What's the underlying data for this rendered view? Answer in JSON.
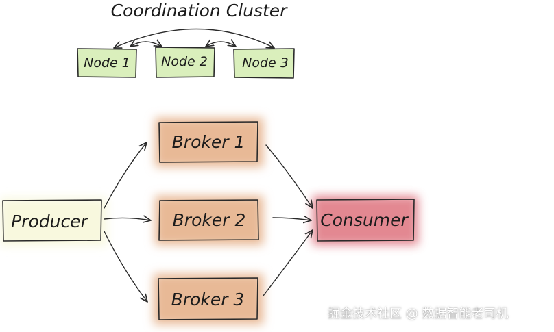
{
  "cluster": {
    "title": "Coordination Cluster",
    "nodes": [
      "Node 1",
      "Node 2",
      "Node 3"
    ]
  },
  "producer": "Producer",
  "brokers": [
    "Broker 1",
    "Broker 2",
    "Broker 3"
  ],
  "consumer": "Consumer",
  "watermark": "掘金技术社区 @ 数据智能老司机",
  "colors": {
    "node_fill": "#d4ecb0",
    "producer_fill": "#f8f8de",
    "broker_fill": "#e8b996",
    "consumer_fill": "#e07c86",
    "stroke": "#2a2a2a"
  }
}
